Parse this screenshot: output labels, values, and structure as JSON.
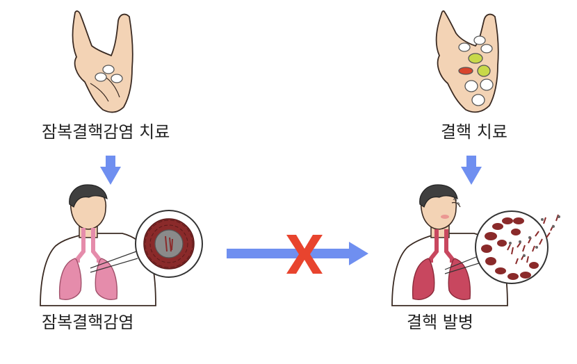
{
  "labels": {
    "latent_treatment": "잠복결핵감염 치료",
    "tb_treatment": "결핵 치료",
    "latent_infection": "잠복결핵감염",
    "tb_onset": "결핵 발병"
  },
  "colors": {
    "arrow_blue": "#6f8ff0",
    "cross_red": "#e8442e",
    "lung_pink": "#e58cab",
    "lung_diseased": "#c8475f",
    "skin": "#f3d3b5",
    "hair": "#3f3f3f",
    "granuloma_red": "#8a2a2a",
    "pill_yellow": "#c8d94a",
    "pill_red": "#d8452d"
  },
  "icons": [
    "hand-with-pills-icon",
    "down-arrow-icon",
    "person-lungs-icon",
    "granuloma-magnifier-icon",
    "right-arrow-icon",
    "blocked-cross-icon",
    "sick-person-icon",
    "bacteria-magnifier-icon"
  ]
}
